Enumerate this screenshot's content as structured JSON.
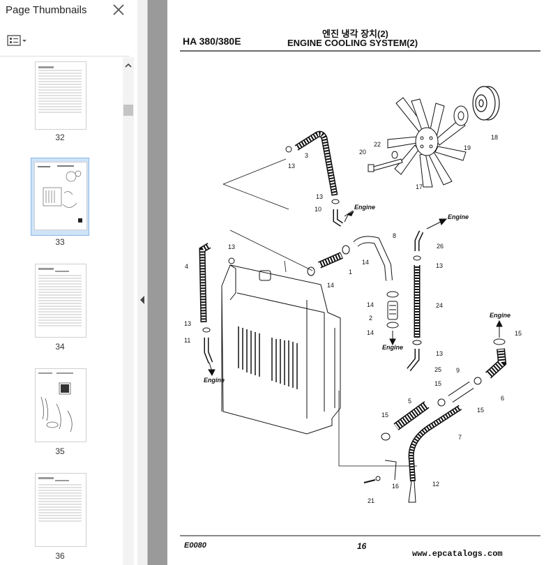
{
  "sidebar": {
    "title": "Page Thumbnails",
    "thumbnails": [
      {
        "page": "32"
      },
      {
        "page": "33"
      },
      {
        "page": "34"
      },
      {
        "page": "35"
      },
      {
        "page": "36"
      }
    ],
    "selected_page": "33"
  },
  "document": {
    "model": "HA 380/380E",
    "title_korean": "엔진 냉각 장치(2)",
    "title_english": "ENGINE COOLING SYSTEM(2)",
    "footer_code": "E0080",
    "page_number": "16",
    "watermark_url": "www.epcatalogs.com",
    "engine_label": "Engine",
    "callouts": [
      "1",
      "2",
      "3",
      "4",
      "5",
      "6",
      "7",
      "8",
      "9",
      "10",
      "11",
      "12",
      "13",
      "14",
      "15",
      "16",
      "17",
      "18",
      "19",
      "20",
      "21",
      "22",
      "24",
      "25",
      "26"
    ]
  },
  "colors": {
    "selection": "#cfe3f7",
    "doc_bg": "#9a9a9a"
  }
}
